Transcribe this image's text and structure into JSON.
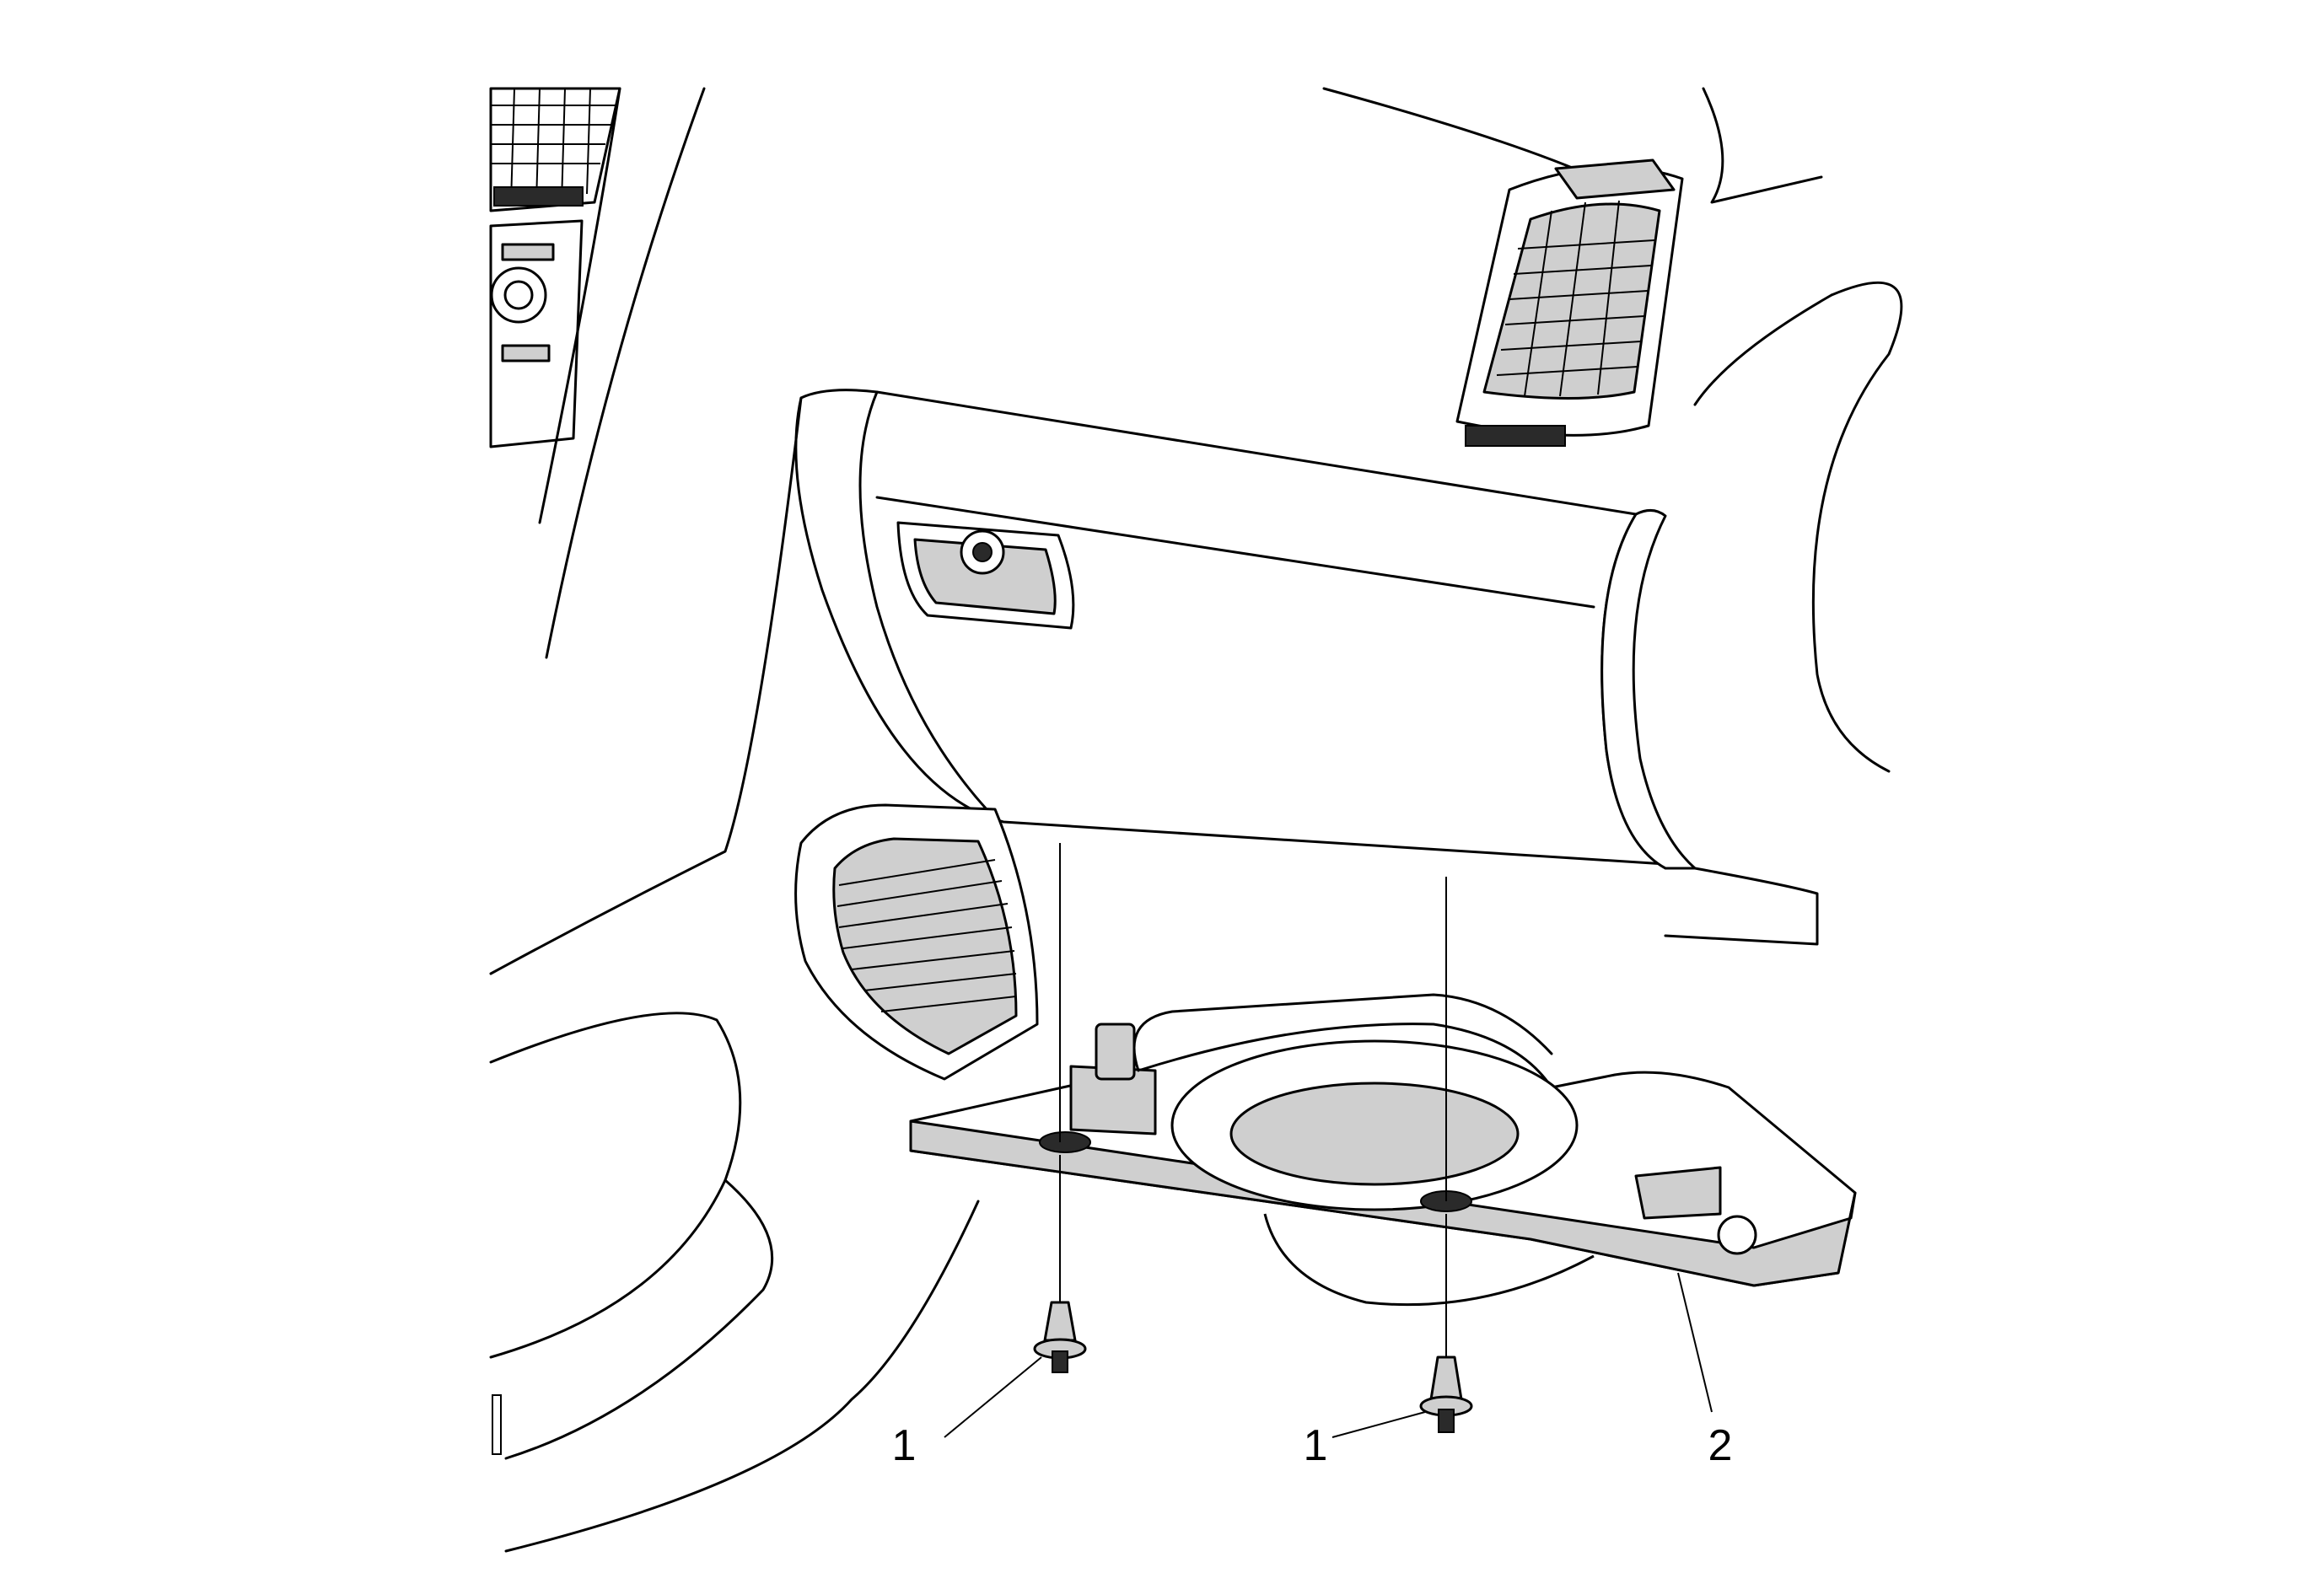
{
  "callouts": [
    {
      "id": "fastener_left",
      "label": "1"
    },
    {
      "id": "fastener_right",
      "label": "1"
    },
    {
      "id": "closeout_panel",
      "label": "2"
    }
  ]
}
